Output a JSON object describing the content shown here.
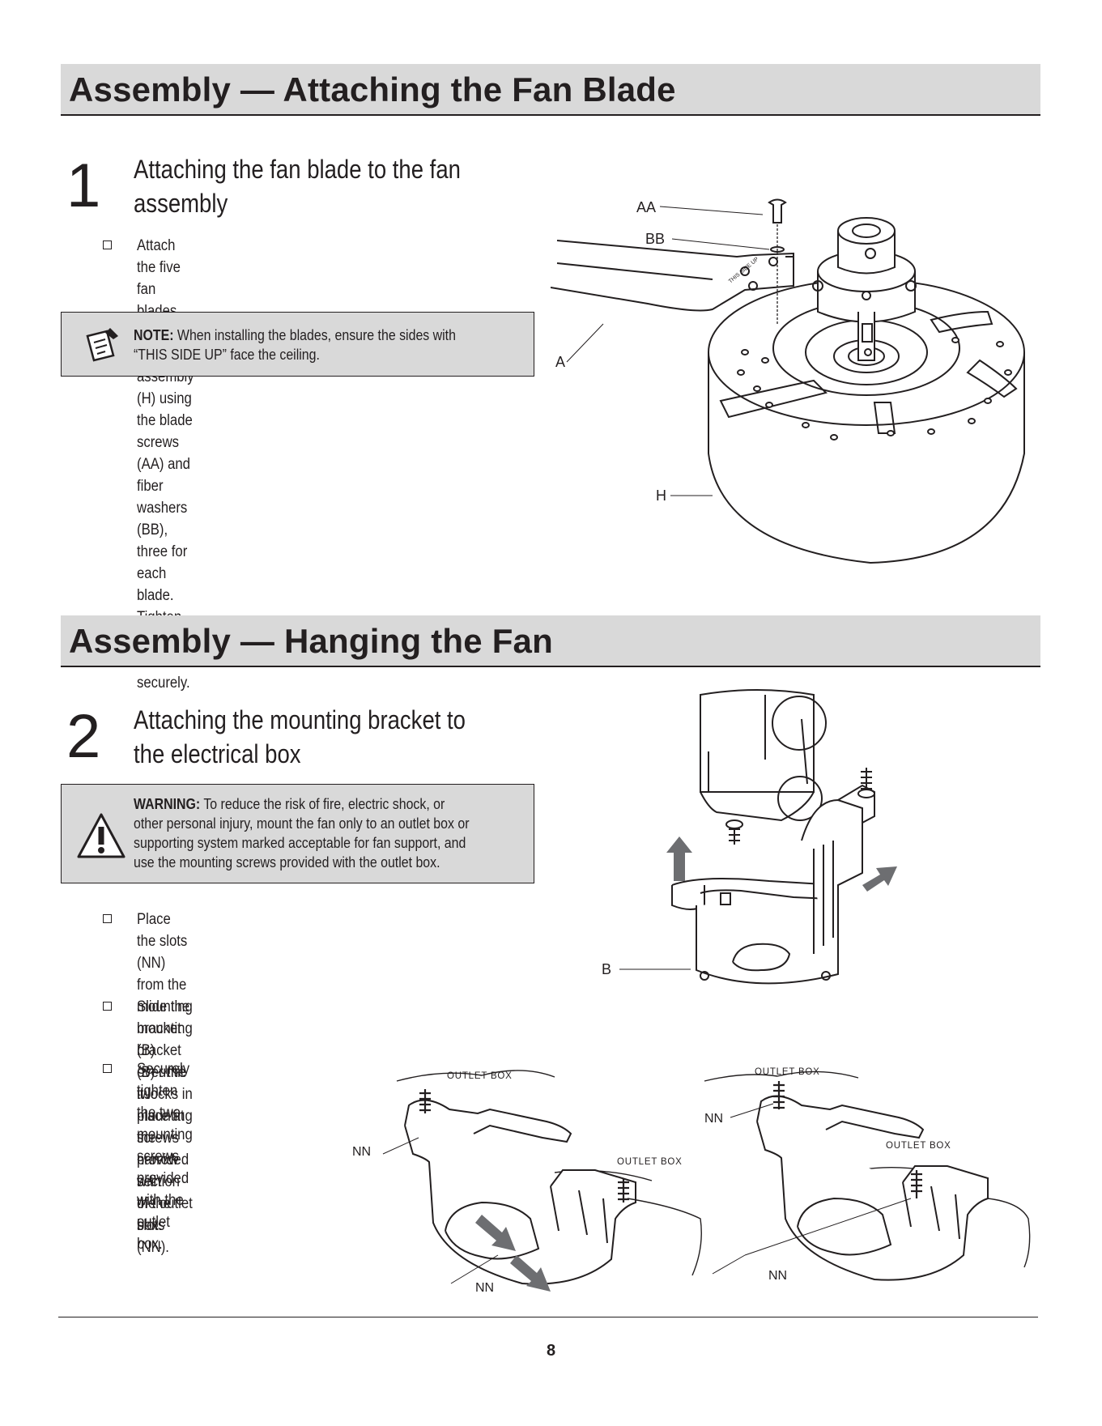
{
  "section1": {
    "header": "Assembly — Attaching the Fan Blade",
    "step_number": "1",
    "step_title_line1": "Attaching the fan blade to the fan",
    "step_title_line2": "assembly",
    "bullet": "Attach the five fan blades (A) to the fan motor assembly\n(H) using the blade screws (AA) and fiber washers (BB),\nthree for each blade. Tighten all screws securely.",
    "note_label": "NOTE:",
    "note_text_line1": " When installing the blades, ensure the sides with",
    "note_text_line2": "“THIS SIDE UP” face the ceiling.",
    "figure_labels": {
      "aa": "AA",
      "bb": "BB",
      "a": "A",
      "h": "H",
      "blade_stamp": "THIS SIDE UP"
    }
  },
  "section2": {
    "header": "Assembly — Hanging the Fan",
    "step_number": "2",
    "step_title_line1": "Attaching the mounting bracket to",
    "step_title_line2": "the electrical box",
    "warning_label": "WARNING:",
    "warning_line1": " To reduce the risk of fire, electric shock, or",
    "warning_line2": "other personal injury, mount the fan only to an outlet box or",
    "warning_line3": "supporting system marked acceptable for fan support, and",
    "warning_line4": "use the mounting screws provided with the outlet box.",
    "bullets": [
      "Place the slots (NN) from the mounting bracket (B)\nover the two mounting screws provided with\nthe outlet box.",
      "Slide the mounting bracket (B) until it locks in\nplace at the narrow section of the slots (NN).",
      "Securely tighten the two mounting screws\nprovided with the outlet box."
    ],
    "figure_labels": {
      "b": "B",
      "outlet_box": "OUTLET BOX",
      "nn": "NN"
    }
  },
  "footer": {
    "page_number": "8"
  },
  "colors": {
    "header_bg": "#d9d9d9",
    "ink": "#231f20",
    "arrow": "#6d6e71"
  }
}
